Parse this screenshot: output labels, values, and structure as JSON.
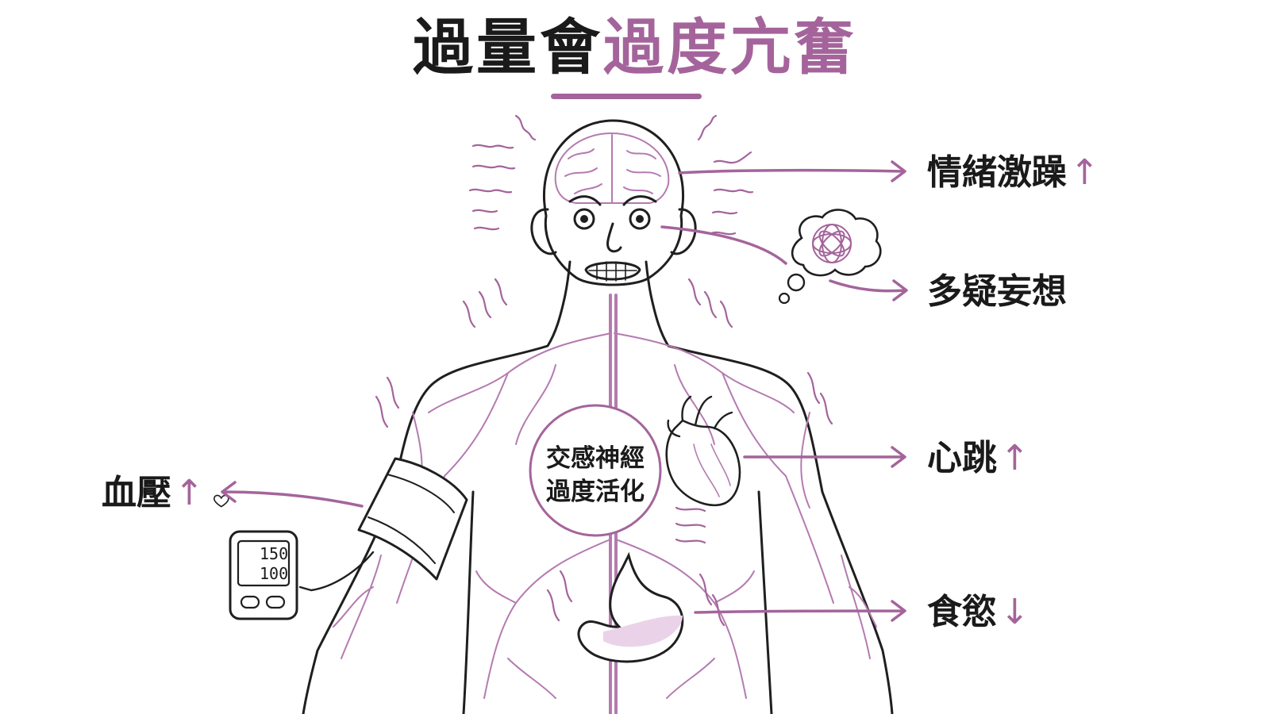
{
  "title": {
    "part1": "過量會",
    "part2": "過度亢奮"
  },
  "center_label": {
    "line1": "交感神經",
    "line2": "過度活化"
  },
  "effects": [
    {
      "label": "情緒激躁",
      "arrow": "↑"
    },
    {
      "label": "多疑妄想",
      "arrow": ""
    },
    {
      "label": "心跳",
      "arrow": "↑"
    },
    {
      "label": "食慾",
      "arrow": "↓"
    },
    {
      "label": "血壓",
      "arrow": "↑"
    }
  ],
  "bp_monitor": {
    "systolic": "150",
    "diastolic": "100"
  },
  "colors": {
    "accent": "#a4649b",
    "ink": "#1a1a1a",
    "nerve": "#b47bb0",
    "stomach_fill": "#ead3e8"
  }
}
